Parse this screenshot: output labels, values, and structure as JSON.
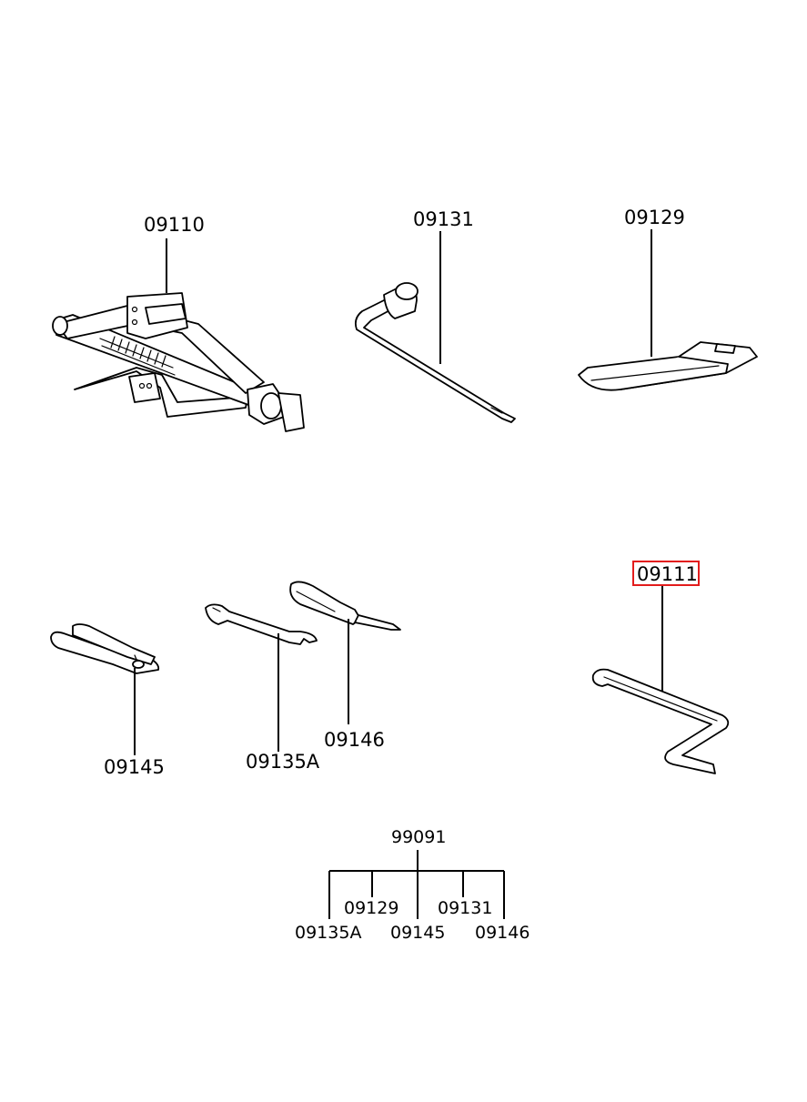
{
  "parts": {
    "jack": "09110",
    "wheel_wrench": "09131",
    "jack_plate": "09129",
    "jack_handle": "09111",
    "pliers": "09145",
    "spanner": "09135A",
    "screwdriver": "09146"
  },
  "kit": {
    "number": "99091",
    "members": [
      "09129",
      "09131",
      "09135A",
      "09145",
      "09146"
    ]
  },
  "highlighted_part": "09111",
  "highlight_color": "#e31c1c"
}
